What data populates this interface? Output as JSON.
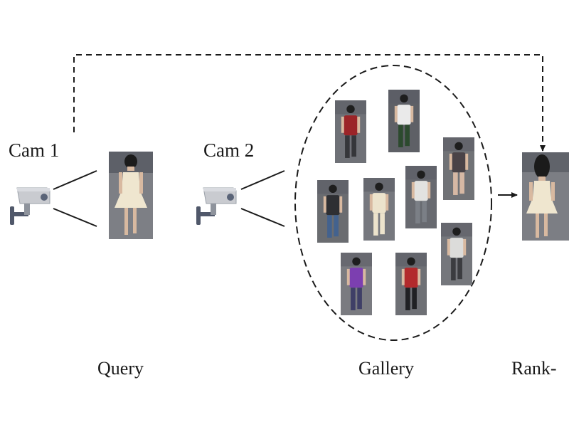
{
  "cameras": [
    {
      "label": "Cam 1"
    },
    {
      "label": "Cam 2"
    }
  ],
  "captions": {
    "query": "Query",
    "gallery": "Gallery",
    "rank": "Rank-"
  },
  "colors": {
    "line": "#1a1a1a",
    "camera_body": "#c9cbd0",
    "camera_lens": "#5a6478",
    "mount": "#50586a",
    "pavement": "#7d7f85",
    "target_dress": "#efe6cf",
    "target_hair": "#1b1b1b",
    "skin": "#d8b9a0"
  },
  "gallery": [
    {
      "id": "red-shirt-walker",
      "shirt": "#9b2428",
      "pants": "#35363a",
      "bg": "#6f7177"
    },
    {
      "id": "white-shirt-walker",
      "shirt": "#eaeaea",
      "pants": "#2c4a2e",
      "bg": "#5e6066"
    },
    {
      "id": "dark-dress-walker",
      "shirt": "#4a4347",
      "pants": "#d6b8a4",
      "bg": "#707276"
    },
    {
      "id": "black-shirt-walker",
      "shirt": "#2e2f33",
      "pants": "#43628e",
      "bg": "#6a6c70"
    },
    {
      "id": "matching-dress-walker",
      "shirt": "#ece3cc",
      "pants": "#ece3cc",
      "bg": "#76787e"
    },
    {
      "id": "backpack-walker",
      "shirt": "#e2e2e0",
      "pants": "#7b7f86",
      "bg": "#686a70"
    },
    {
      "id": "bag-walker",
      "shirt": "#dcdcda",
      "pants": "#3b3c40",
      "bg": "#75777c"
    },
    {
      "id": "purple-shirt-walker",
      "shirt": "#7c3fb0",
      "pants": "#3f3f67",
      "bg": "#7a7b80"
    },
    {
      "id": "red-black-walker",
      "shirt": "#b22a2c",
      "pants": "#202124",
      "bg": "#6e7075"
    }
  ]
}
